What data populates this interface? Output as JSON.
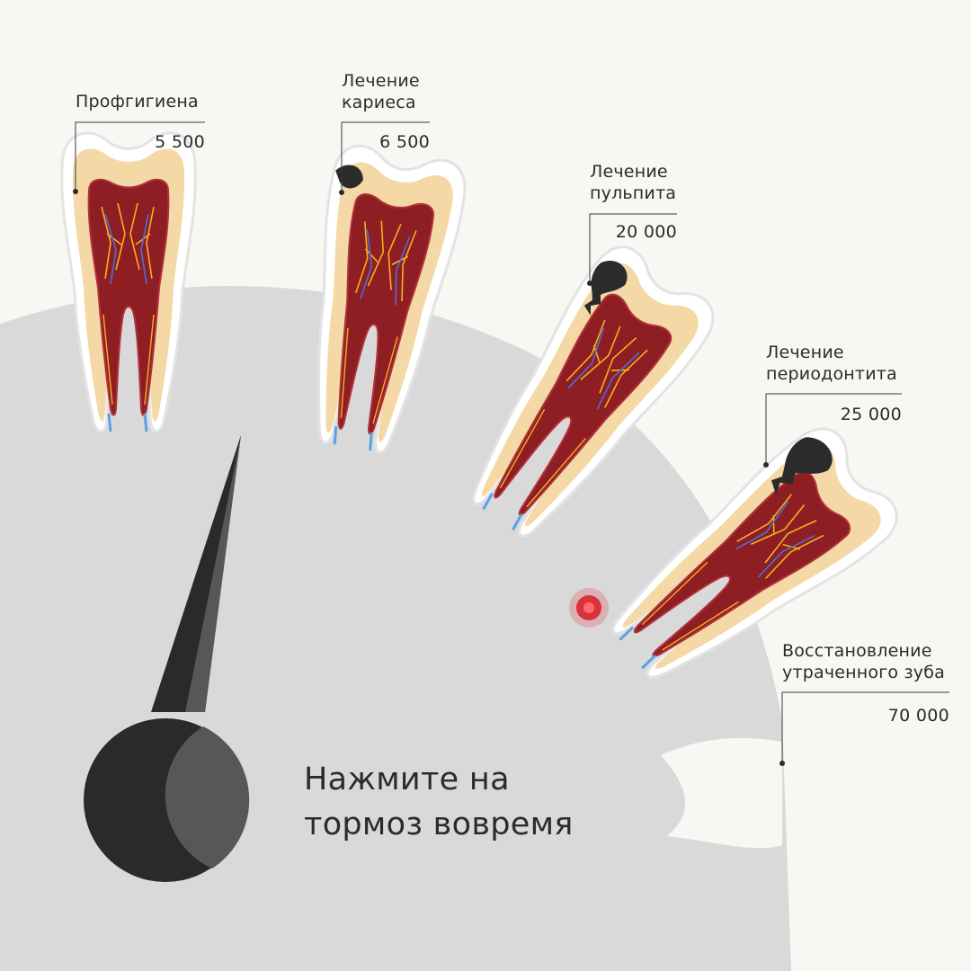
{
  "stages": [
    {
      "name": "Профгигиена",
      "price": "5 500"
    },
    {
      "name": "Лечение\nкариеса",
      "price": "6 500"
    },
    {
      "name": "Лечение\nпульпита",
      "price": "20 000"
    },
    {
      "name": "Лечение\nпериодонтита",
      "price": "25 000"
    },
    {
      "name": "Восстановление\nутраченного зуба",
      "price": "70 000"
    }
  ],
  "headline": "Нажмите на\nтормоз вовремя",
  "colors": {
    "background": "#f8f7f3",
    "dial": "#d9d9d9",
    "needle_dark": "#2a2a2a",
    "needle_light": "#575757",
    "pulp": "#8e1d24",
    "dentin": "#f4d9a6",
    "enamel": "#ffffff",
    "decay": "#2b2b2b",
    "infection": "#e0383f"
  },
  "icons": [
    "tooth-healthy-icon",
    "tooth-caries-icon",
    "tooth-pulpitis-icon",
    "tooth-periodontitis-icon"
  ]
}
